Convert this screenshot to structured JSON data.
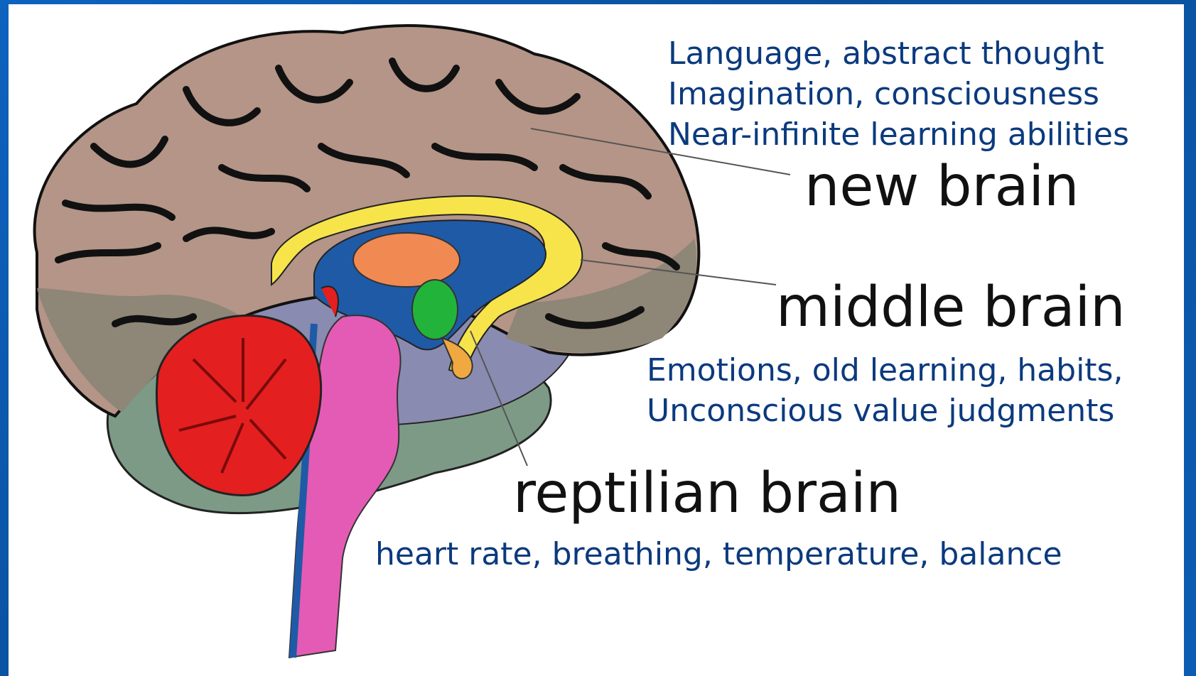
{
  "labels": {
    "new_brain": {
      "title": "new brain",
      "description": [
        "Language, abstract thought",
        "Imagination, consciousness",
        "Near-infinite learning abilities"
      ]
    },
    "middle_brain": {
      "title": "middle brain",
      "description": [
        "Emotions, old learning, habits,",
        "Unconscious value judgments"
      ]
    },
    "reptilian_brain": {
      "title": "reptilian brain",
      "description": [
        "heart rate, breathing, temperature, balance"
      ]
    }
  },
  "colors": {
    "background": "#0a56a8",
    "panel": "#ffffff",
    "description_text": "#0b3a7e",
    "title_text": "#111111",
    "cortex": "#b49588",
    "cortex_lower": "#8e8676",
    "corpus_callosum": "#f7e44a",
    "ventricle": "#1f5aa6",
    "thalamus": "#f08a52",
    "hypothalamus": "#22b43a",
    "cerebellum": "#e41f1f",
    "brainstem": "#e45bb5",
    "limbic_area": "#8a8bb0",
    "lower_lobe": "#7d9a86"
  }
}
